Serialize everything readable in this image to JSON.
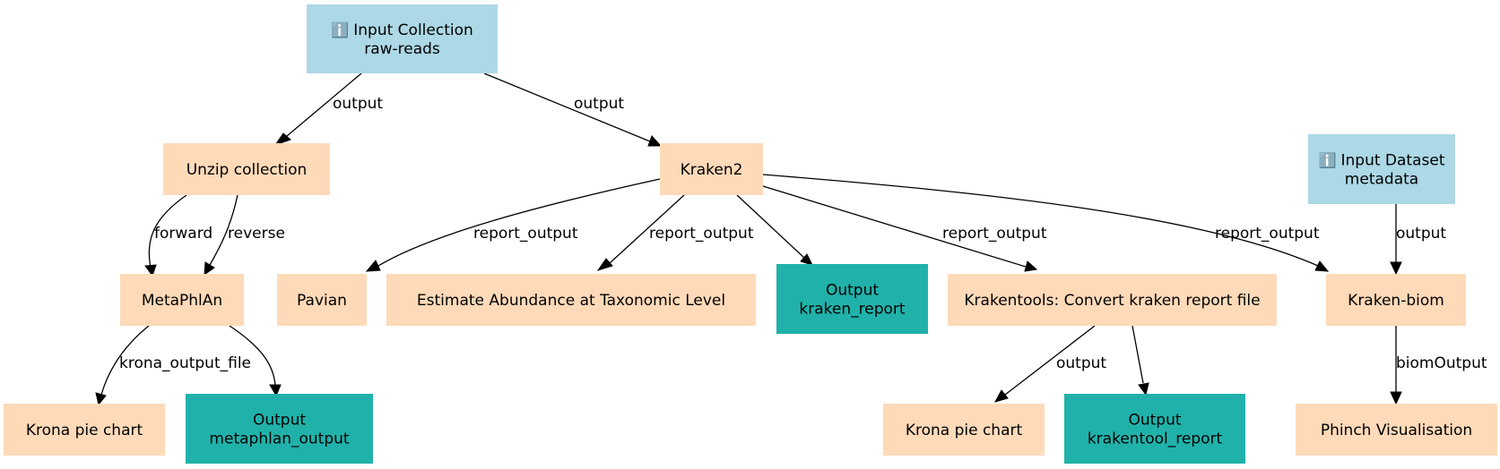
{
  "colors": {
    "input": "#add8e6",
    "tool": "#ffdab9",
    "output": "#20b2aa"
  },
  "nodes": [
    {
      "id": "input_collection",
      "kind": "input",
      "icon": "info-icon",
      "icon_glyph": "ℹ️",
      "lines": [
        "Input Collection",
        "raw-reads"
      ]
    },
    {
      "id": "unzip",
      "kind": "tool",
      "lines": [
        "Unzip collection"
      ]
    },
    {
      "id": "kraken2",
      "kind": "tool",
      "lines": [
        "Kraken2"
      ]
    },
    {
      "id": "input_dataset",
      "kind": "input",
      "icon": "info-icon",
      "icon_glyph": "ℹ️",
      "lines": [
        "Input Dataset",
        "metadata"
      ]
    },
    {
      "id": "metaphlan",
      "kind": "tool",
      "lines": [
        "MetaPhlAn"
      ]
    },
    {
      "id": "pavian",
      "kind": "tool",
      "lines": [
        "Pavian"
      ]
    },
    {
      "id": "estimate",
      "kind": "tool",
      "lines": [
        "Estimate Abundance at Taxonomic Level"
      ]
    },
    {
      "id": "out_kraken_report",
      "kind": "output",
      "lines": [
        "Output",
        "kraken_report"
      ]
    },
    {
      "id": "krakentools",
      "kind": "tool",
      "lines": [
        "Krakentools: Convert kraken report file"
      ]
    },
    {
      "id": "kraken_biom",
      "kind": "tool",
      "lines": [
        "Kraken-biom"
      ]
    },
    {
      "id": "krona1",
      "kind": "tool",
      "lines": [
        "Krona pie chart"
      ]
    },
    {
      "id": "out_metaphlan",
      "kind": "output",
      "lines": [
        "Output",
        "metaphlan_output"
      ]
    },
    {
      "id": "krona2",
      "kind": "tool",
      "lines": [
        "Krona pie chart"
      ]
    },
    {
      "id": "out_krakentool",
      "kind": "output",
      "lines": [
        "Output",
        "krakentool_report"
      ]
    },
    {
      "id": "phinch",
      "kind": "tool",
      "lines": [
        "Phinch Visualisation"
      ]
    }
  ],
  "edges": [
    {
      "from": "input_collection",
      "to": "unzip",
      "label": "output"
    },
    {
      "from": "input_collection",
      "to": "kraken2",
      "label": "output"
    },
    {
      "from": "unzip",
      "to": "metaphlan",
      "label": "forward"
    },
    {
      "from": "unzip",
      "to": "metaphlan",
      "label": "reverse"
    },
    {
      "from": "kraken2",
      "to": "pavian",
      "label": "report_output"
    },
    {
      "from": "kraken2",
      "to": "estimate",
      "label": "report_output"
    },
    {
      "from": "kraken2",
      "to": "out_kraken_report",
      "label": ""
    },
    {
      "from": "kraken2",
      "to": "krakentools",
      "label": "report_output"
    },
    {
      "from": "kraken2",
      "to": "kraken_biom",
      "label": "report_output"
    },
    {
      "from": "input_dataset",
      "to": "kraken_biom",
      "label": "output"
    },
    {
      "from": "metaphlan",
      "to": "krona1",
      "label": "krona_output_file"
    },
    {
      "from": "metaphlan",
      "to": "out_metaphlan",
      "label": ""
    },
    {
      "from": "krakentools",
      "to": "krona2",
      "label": "output"
    },
    {
      "from": "krakentools",
      "to": "out_krakentool",
      "label": ""
    },
    {
      "from": "kraken_biom",
      "to": "phinch",
      "label": "biomOutput"
    }
  ]
}
